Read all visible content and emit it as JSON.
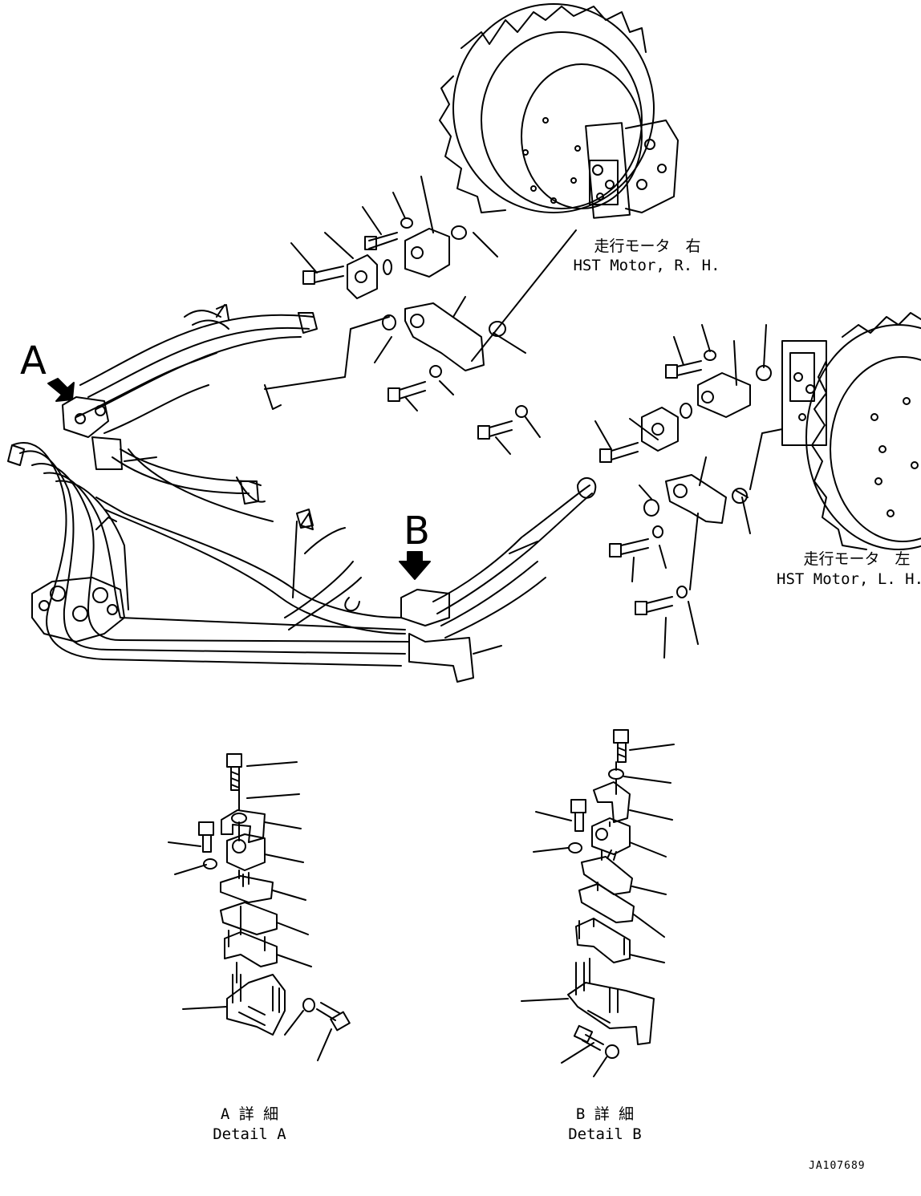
{
  "callouts": {
    "a": "A",
    "b": "B"
  },
  "motor_rh": {
    "jp": "走行モータ　右",
    "en": "HST Motor, R. H."
  },
  "motor_lh": {
    "jp": "走行モータ　左",
    "en": "HST Motor, L. H."
  },
  "detail_a": {
    "jp": "A 詳 細",
    "en": "Detail A"
  },
  "detail_b": {
    "jp": "B 詳 細",
    "en": "Detail B"
  },
  "drawing_code": "JA107689",
  "colors": {
    "line": "#000000",
    "background": "#ffffff"
  }
}
